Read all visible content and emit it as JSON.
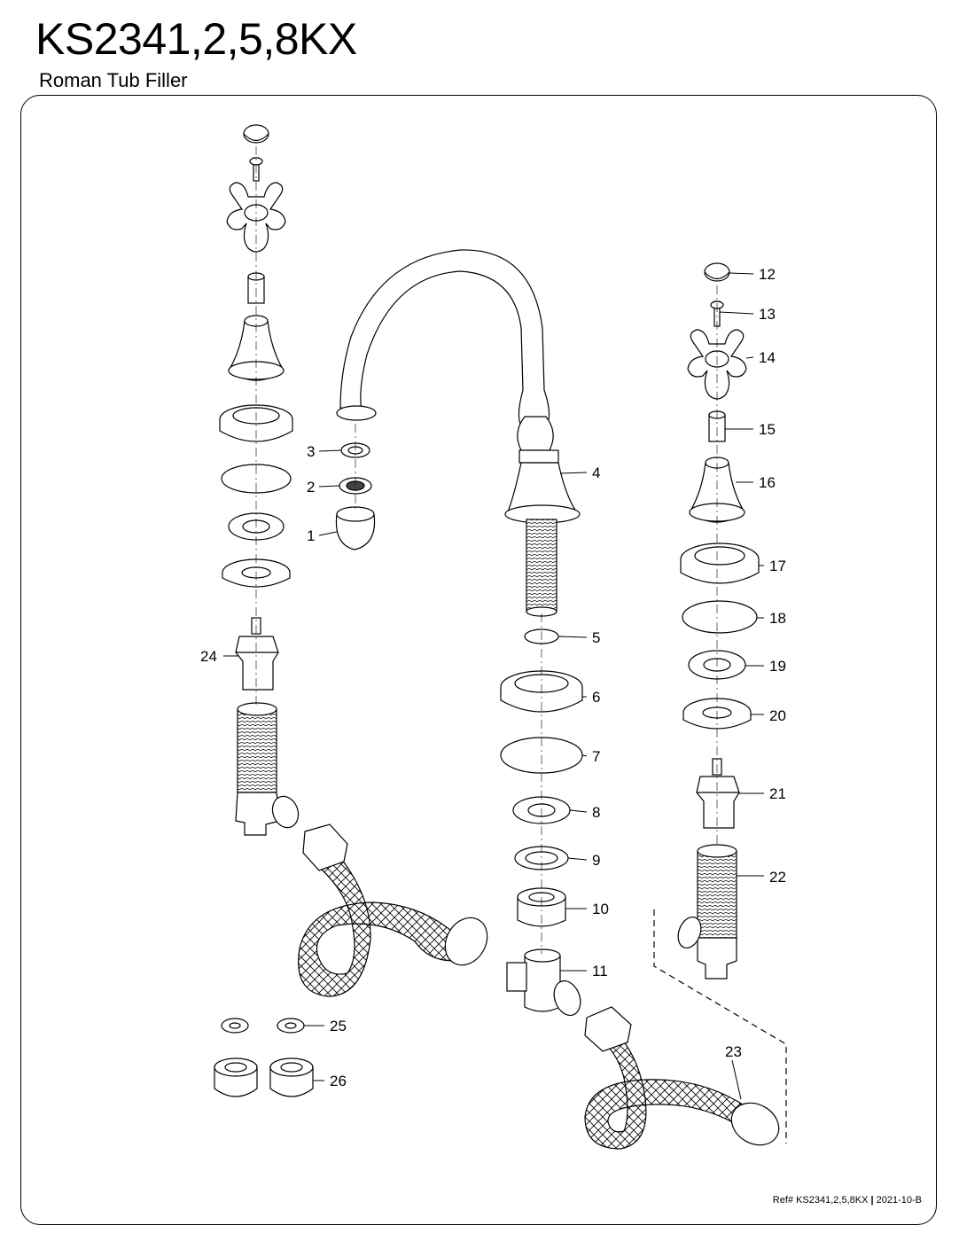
{
  "header": {
    "model": "KS2341,2,5,8KX",
    "product_name": "Roman Tub Filler"
  },
  "callouts": [
    {
      "num": "1"
    },
    {
      "num": "2"
    },
    {
      "num": "3"
    },
    {
      "num": "4"
    },
    {
      "num": "5"
    },
    {
      "num": "6"
    },
    {
      "num": "7"
    },
    {
      "num": "8"
    },
    {
      "num": "9"
    },
    {
      "num": "10"
    },
    {
      "num": "11"
    },
    {
      "num": "12"
    },
    {
      "num": "13"
    },
    {
      "num": "14"
    },
    {
      "num": "15"
    },
    {
      "num": "16"
    },
    {
      "num": "17"
    },
    {
      "num": "18"
    },
    {
      "num": "19"
    },
    {
      "num": "20"
    },
    {
      "num": "21"
    },
    {
      "num": "22"
    },
    {
      "num": "23"
    },
    {
      "num": "24"
    },
    {
      "num": "25"
    },
    {
      "num": "26"
    }
  ],
  "footer": {
    "ref_label": "Ref# KS2341,2,5,8KX",
    "separator": "|",
    "revision": "2021-10-B"
  }
}
